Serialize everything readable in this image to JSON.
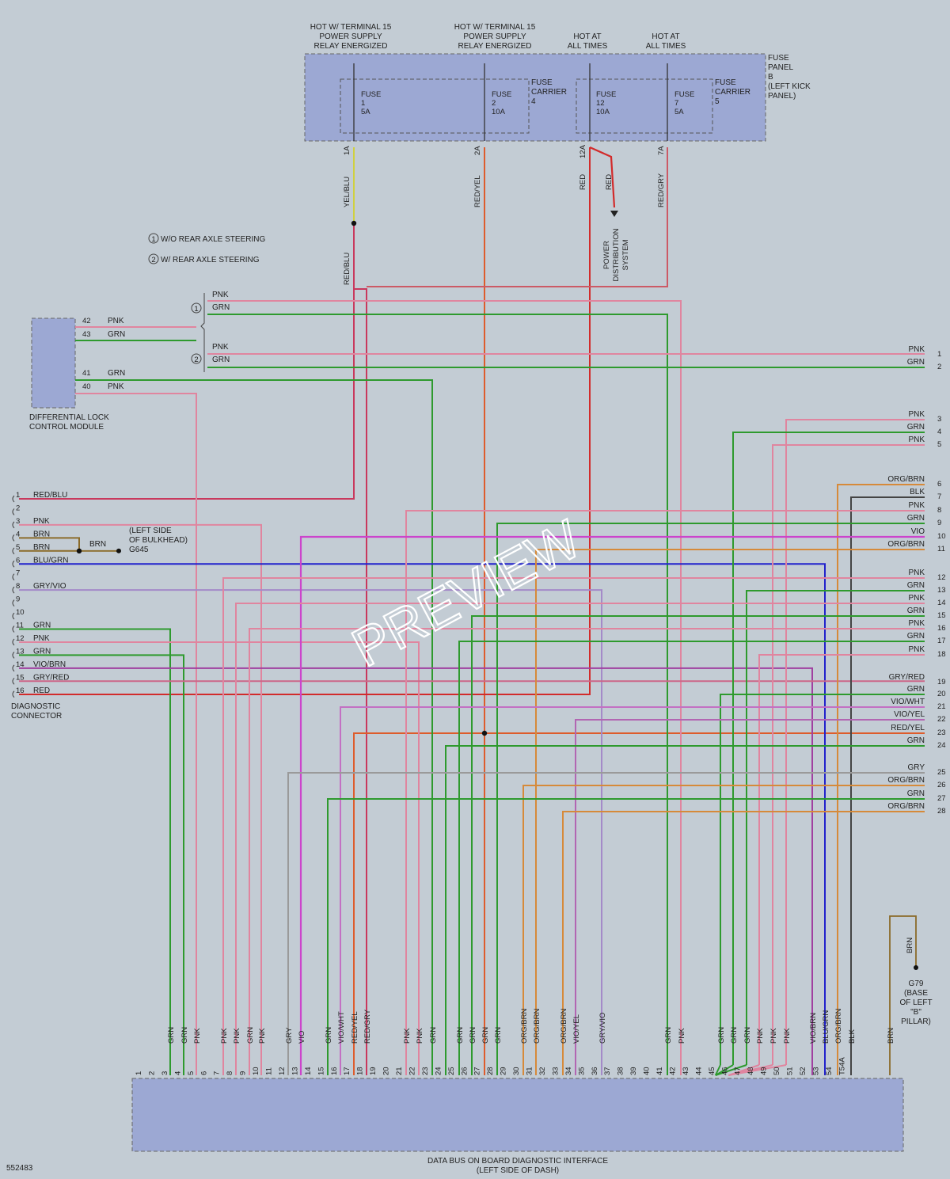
{
  "diagram_id": "552483",
  "watermark": "PREVIEW",
  "colors": {
    "background": "#c3ccd4",
    "module_fill": "#9ca8d3",
    "pnk": "#e0859f",
    "grn": "#2e9a2e",
    "red": "#d22b2b",
    "red_blu": "#c9385d",
    "red_yel": "#de5c2c",
    "brn": "#8b6b2a",
    "blu_grn": "#2222cc",
    "gry_vio": "#a48ac8",
    "vio": "#cc44cc",
    "vio_brn": "#a040a0",
    "gry_red": "#cc6688",
    "org_brn": "#d68a3a",
    "blk": "#444444",
    "gry": "#9a9a9a",
    "yel_blu": "#d0d040",
    "vio_wht": "#c370c3",
    "vio_yel": "#b266b2",
    "red_gry": "#cc5a66",
    "blu_grn_bus": "#3344aa"
  },
  "supply": [
    {
      "line1": "HOT W/ TERMINAL 15",
      "line2": "POWER SUPPLY",
      "line3": "RELAY ENERGIZED"
    },
    {
      "line1": "HOT W/ TERMINAL 15",
      "line2": "POWER SUPPLY",
      "line3": "RELAY ENERGIZED"
    },
    {
      "line1": "HOT AT",
      "line2": "ALL TIMES"
    },
    {
      "line1": "HOT AT",
      "line2": "ALL TIMES"
    }
  ],
  "fuse_panel": {
    "line1": "FUSE",
    "line2": "PANEL",
    "line3": "B",
    "line4": "(LEFT KICK",
    "line5": "PANEL)"
  },
  "fuse_carriers": [
    {
      "line1": "FUSE",
      "line2": "CARRIER",
      "line3": "4"
    },
    {
      "line1": "FUSE",
      "line2": "CARRIER",
      "line3": "5"
    }
  ],
  "fuses": [
    {
      "name": "FUSE",
      "num": "1",
      "amp": "5A",
      "pin": "1A",
      "wire": "YEL/BLU"
    },
    {
      "name": "FUSE",
      "num": "2",
      "amp": "10A",
      "pin": "2A",
      "wire": "RED/YEL"
    },
    {
      "name": "FUSE",
      "num": "12",
      "amp": "10A",
      "pin": "12A",
      "wire": "RED"
    },
    {
      "name": "FUSE",
      "num": "7",
      "amp": "5A",
      "pin": "7A",
      "wire": "RED/GRY"
    }
  ],
  "power_dist": {
    "wire": "RED",
    "line1": "POWER",
    "line2": "DISTRIBUTION",
    "line3": "SYSTEM"
  },
  "splice_wire": "RED/BLU",
  "legend": [
    {
      "num": "1",
      "text": "W/O REAR AXLE STEERING"
    },
    {
      "num": "2",
      "text": "W/ REAR AXLE STEERING"
    }
  ],
  "diff_lock": {
    "line1": "DIFFERENTIAL LOCK",
    "line2": "CONTROL MODULE",
    "pins": [
      {
        "pin": "42",
        "wire": "PNK"
      },
      {
        "pin": "43",
        "wire": "GRN"
      },
      {
        "pin": "41",
        "wire": "GRN"
      },
      {
        "pin": "40",
        "wire": "PNK"
      }
    ]
  },
  "variants": [
    {
      "num": "1",
      "w1": "PNK",
      "w2": "GRN"
    },
    {
      "num": "2",
      "w1": "PNK",
      "w2": "GRN"
    }
  ],
  "diag_connector": {
    "line1": "DIAGNOSTIC",
    "line2": "CONNECTOR",
    "pins": [
      {
        "pin": "1",
        "wire": "RED/BLU"
      },
      {
        "pin": "2",
        "wire": ""
      },
      {
        "pin": "3",
        "wire": "PNK"
      },
      {
        "pin": "4",
        "wire": "BRN"
      },
      {
        "pin": "5",
        "wire": "BRN"
      },
      {
        "pin": "6",
        "wire": "BLU/GRN"
      },
      {
        "pin": "7",
        "wire": ""
      },
      {
        "pin": "8",
        "wire": "GRY/VIO"
      },
      {
        "pin": "9",
        "wire": ""
      },
      {
        "pin": "10",
        "wire": ""
      },
      {
        "pin": "11",
        "wire": "GRN"
      },
      {
        "pin": "12",
        "wire": "PNK"
      },
      {
        "pin": "13",
        "wire": "GRN"
      },
      {
        "pin": "14",
        "wire": "VIO/BRN"
      },
      {
        "pin": "15",
        "wire": "GRY/RED"
      },
      {
        "pin": "16",
        "wire": "RED"
      }
    ]
  },
  "ground_g645": {
    "wire": "BRN",
    "line1": "(LEFT SIDE",
    "line2": "OF BULKHEAD)",
    "line3": "G645"
  },
  "ground_g79": {
    "wire": "BRN",
    "line1": "G79",
    "line2": "(BASE",
    "line3": "OF LEFT",
    "line4": "\"B\"",
    "line5": "PILLAR)"
  },
  "right_wires": [
    {
      "num": "1",
      "wire": "PNK"
    },
    {
      "num": "2",
      "wire": "GRN"
    },
    {
      "num": "3",
      "wire": "PNK"
    },
    {
      "num": "4",
      "wire": "GRN"
    },
    {
      "num": "5",
      "wire": "PNK"
    },
    {
      "num": "6",
      "wire": "ORG/BRN"
    },
    {
      "num": "7",
      "wire": "BLK"
    },
    {
      "num": "8",
      "wire": "PNK"
    },
    {
      "num": "9",
      "wire": "GRN"
    },
    {
      "num": "10",
      "wire": "VIO"
    },
    {
      "num": "11",
      "wire": "ORG/BRN"
    },
    {
      "num": "12",
      "wire": "PNK"
    },
    {
      "num": "13",
      "wire": "GRN"
    },
    {
      "num": "14",
      "wire": "PNK"
    },
    {
      "num": "15",
      "wire": "GRN"
    },
    {
      "num": "16",
      "wire": "PNK"
    },
    {
      "num": "17",
      "wire": "GRN"
    },
    {
      "num": "18",
      "wire": "PNK"
    },
    {
      "num": "19",
      "wire": "GRY/RED"
    },
    {
      "num": "20",
      "wire": "GRN"
    },
    {
      "num": "21",
      "wire": "VIO/WHT"
    },
    {
      "num": "22",
      "wire": "VIO/YEL"
    },
    {
      "num": "23",
      "wire": "RED/YEL"
    },
    {
      "num": "24",
      "wire": "GRN"
    },
    {
      "num": "25",
      "wire": "GRY"
    },
    {
      "num": "26",
      "wire": "ORG/BRN"
    },
    {
      "num": "27",
      "wire": "GRN"
    },
    {
      "num": "28",
      "wire": "ORG/BRN"
    }
  ],
  "bus": {
    "line1": "DATA BUS ON BOARD DIAGNOSTIC INTERFACE",
    "line2": "(LEFT SIDE OF DASH)",
    "pins": [
      "1",
      "2",
      "3",
      "4",
      "5",
      "6",
      "7",
      "8",
      "9",
      "10",
      "11",
      "12",
      "13",
      "14",
      "15",
      "16",
      "17",
      "18",
      "19",
      "20",
      "21",
      "22",
      "23",
      "24",
      "25",
      "26",
      "27",
      "28",
      "29",
      "30",
      "31",
      "32",
      "33",
      "34",
      "35",
      "36",
      "37",
      "38",
      "39",
      "40",
      "41",
      "42",
      "43",
      "44",
      "45",
      "46",
      "47",
      "48",
      "49",
      "50",
      "51",
      "52",
      "53",
      "54",
      "T54A"
    ],
    "wires": [
      {
        "pin": "3",
        "wire": "GRN"
      },
      {
        "pin": "4",
        "wire": "GRN"
      },
      {
        "pin": "5",
        "wire": "PNK"
      },
      {
        "pin": "7",
        "wire": "PNK"
      },
      {
        "pin": "8",
        "wire": "PNK"
      },
      {
        "pin": "9",
        "wire": "GRN"
      },
      {
        "pin": "10",
        "wire": "PNK"
      },
      {
        "pin": "12",
        "wire": "GRY"
      },
      {
        "pin": "13",
        "wire": "VIO"
      },
      {
        "pin": "15",
        "wire": "GRN"
      },
      {
        "pin": "16",
        "wire": "VIO/WHT"
      },
      {
        "pin": "17",
        "wire": "RED/YEL"
      },
      {
        "pin": "18",
        "wire": "RED/GRY"
      },
      {
        "pin": "21",
        "wire": "PNK"
      },
      {
        "pin": "22",
        "wire": "PNK"
      },
      {
        "pin": "23",
        "wire": "GRN"
      },
      {
        "pin": "25",
        "wire": "GRN"
      },
      {
        "pin": "26",
        "wire": "GRN"
      },
      {
        "pin": "27",
        "wire": "GRN"
      },
      {
        "pin": "28",
        "wire": "GRN"
      },
      {
        "pin": "30",
        "wire": "ORG/BRN"
      },
      {
        "pin": "31",
        "wire": "ORG/BRN"
      },
      {
        "pin": "33",
        "wire": "ORG/BRN"
      },
      {
        "pin": "34",
        "wire": "VIO/YEL"
      },
      {
        "pin": "36",
        "wire": "GRY/VIO"
      },
      {
        "pin": "41",
        "wire": "GRN"
      },
      {
        "pin": "42",
        "wire": "PNK"
      },
      {
        "pin": "45a",
        "wire": "GRN"
      },
      {
        "pin": "45b",
        "wire": "GRN"
      },
      {
        "pin": "45c",
        "wire": "GRN"
      },
      {
        "pin": "46a",
        "wire": "PNK"
      },
      {
        "pin": "46b",
        "wire": "PNK"
      },
      {
        "pin": "46c",
        "wire": "PNK"
      },
      {
        "pin": "48",
        "wire": "VIO/BRN"
      },
      {
        "pin": "49",
        "wire": "BLU/GRN"
      },
      {
        "pin": "50",
        "wire": "ORG/BRN"
      },
      {
        "pin": "51",
        "wire": "BLK"
      },
      {
        "pin": "54",
        "wire": "BRN"
      }
    ]
  }
}
